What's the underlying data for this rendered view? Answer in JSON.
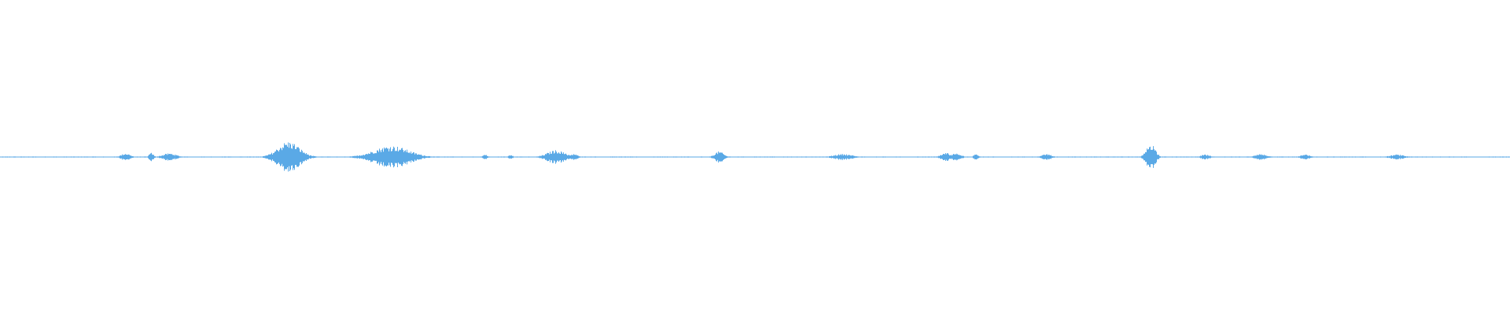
{
  "waveform": {
    "color": "#5aa9e6",
    "duration_fraction_bursts": [
      {
        "at": 0.083,
        "amplitude": 0.12,
        "width": 0.004
      },
      {
        "at": 0.1,
        "amplitude": 0.14,
        "width": 0.002
      },
      {
        "at": 0.112,
        "amplitude": 0.12,
        "width": 0.006
      },
      {
        "at": 0.191,
        "amplitude": 0.5,
        "width": 0.01
      },
      {
        "at": 0.259,
        "amplitude": 0.36,
        "width": 0.016
      },
      {
        "at": 0.321,
        "amplitude": 0.08,
        "width": 0.002
      },
      {
        "at": 0.338,
        "amplitude": 0.08,
        "width": 0.002
      },
      {
        "at": 0.368,
        "amplitude": 0.22,
        "width": 0.008
      },
      {
        "at": 0.38,
        "amplitude": 0.1,
        "width": 0.003
      },
      {
        "at": 0.476,
        "amplitude": 0.18,
        "width": 0.004
      },
      {
        "at": 0.558,
        "amplitude": 0.1,
        "width": 0.008
      },
      {
        "at": 0.626,
        "amplitude": 0.14,
        "width": 0.004
      },
      {
        "at": 0.633,
        "amplitude": 0.14,
        "width": 0.004
      },
      {
        "at": 0.646,
        "amplitude": 0.1,
        "width": 0.002
      },
      {
        "at": 0.693,
        "amplitude": 0.1,
        "width": 0.004
      },
      {
        "at": 0.762,
        "amplitude": 0.44,
        "width": 0.004
      },
      {
        "at": 0.798,
        "amplitude": 0.08,
        "width": 0.004
      },
      {
        "at": 0.835,
        "amplitude": 0.1,
        "width": 0.005
      },
      {
        "at": 0.864,
        "amplitude": 0.08,
        "width": 0.004
      },
      {
        "at": 0.925,
        "amplitude": 0.08,
        "width": 0.006
      }
    ],
    "noise_floor": 0.012
  }
}
